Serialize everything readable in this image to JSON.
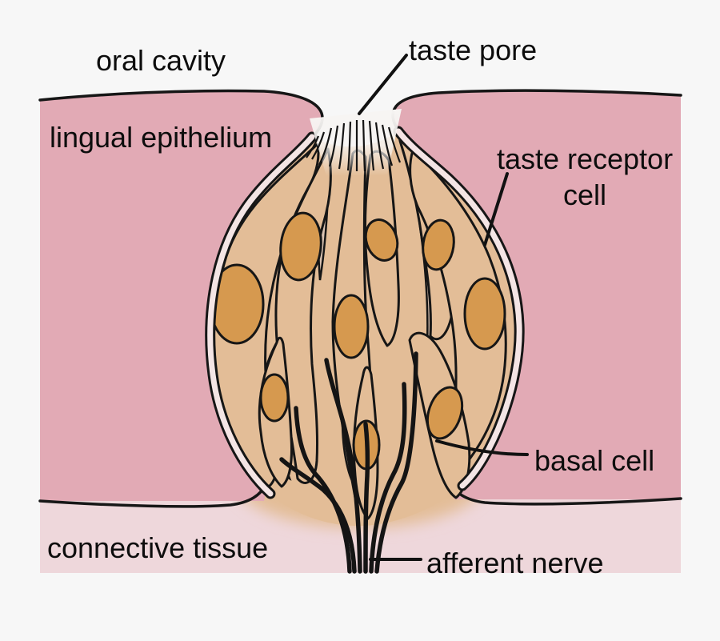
{
  "figure": {
    "type": "anatomy-diagram",
    "subject": "taste bud in lingual epithelium",
    "labels": {
      "oral_cavity": "oral cavity",
      "taste_pore": "taste pore",
      "lingual_epithelium": "lingual epithelium",
      "taste_receptor_cell": "taste receptor cell",
      "basal_cell": "basal cell",
      "connective_tissue": "connective tissue",
      "afferent_nerve": "afferent nerve"
    },
    "colors": {
      "background": "#f7f7f7",
      "lingual_epithelium": "#e2aab5",
      "connective_tissue": "#eed7db",
      "taste_bud_cell": "#e3bd97",
      "cell_gap": "#d9c2b1",
      "nucleus": "#d6994f",
      "membrane_strip": "#f4e5e5",
      "outline": "#161616",
      "label_text": "#0d0d0d"
    },
    "counts": {
      "nuclei_visible": 9,
      "microvilli_lines": 12,
      "nerve_fibers": 6
    }
  }
}
